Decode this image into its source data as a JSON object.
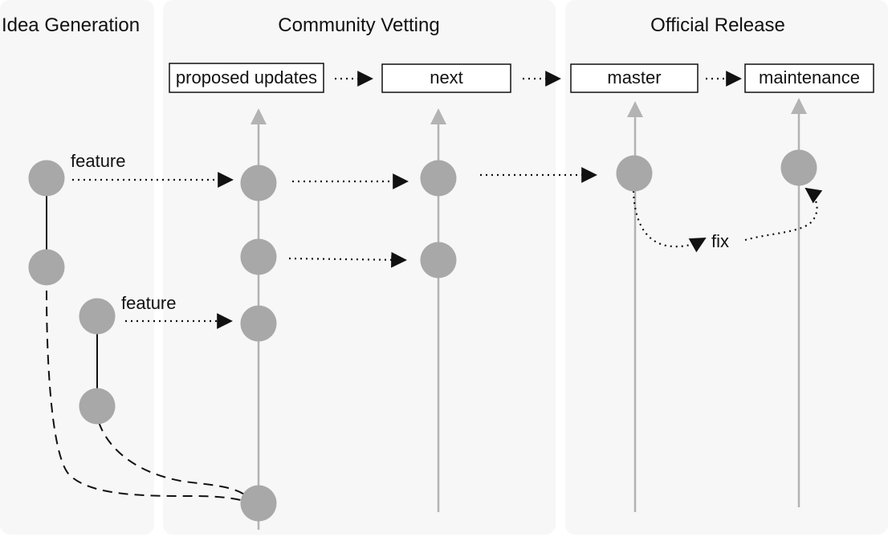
{
  "phases": [
    {
      "id": "idea",
      "label": "Idea Generation"
    },
    {
      "id": "vetting",
      "label": "Community Vetting"
    },
    {
      "id": "release",
      "label": "Official Release"
    }
  ],
  "branches": [
    {
      "id": "pu",
      "label": "proposed updates"
    },
    {
      "id": "next",
      "label": "next"
    },
    {
      "id": "master",
      "label": "master"
    },
    {
      "id": "maint",
      "label": "maintenance"
    }
  ],
  "edge_labels": {
    "feature_1": "feature",
    "feature_2": "feature",
    "fix": "fix"
  },
  "colors": {
    "panel": "#f7f7f7",
    "node": "#a8a8a8",
    "branch_line": "#b3b3b3",
    "arrow": "#111111"
  }
}
